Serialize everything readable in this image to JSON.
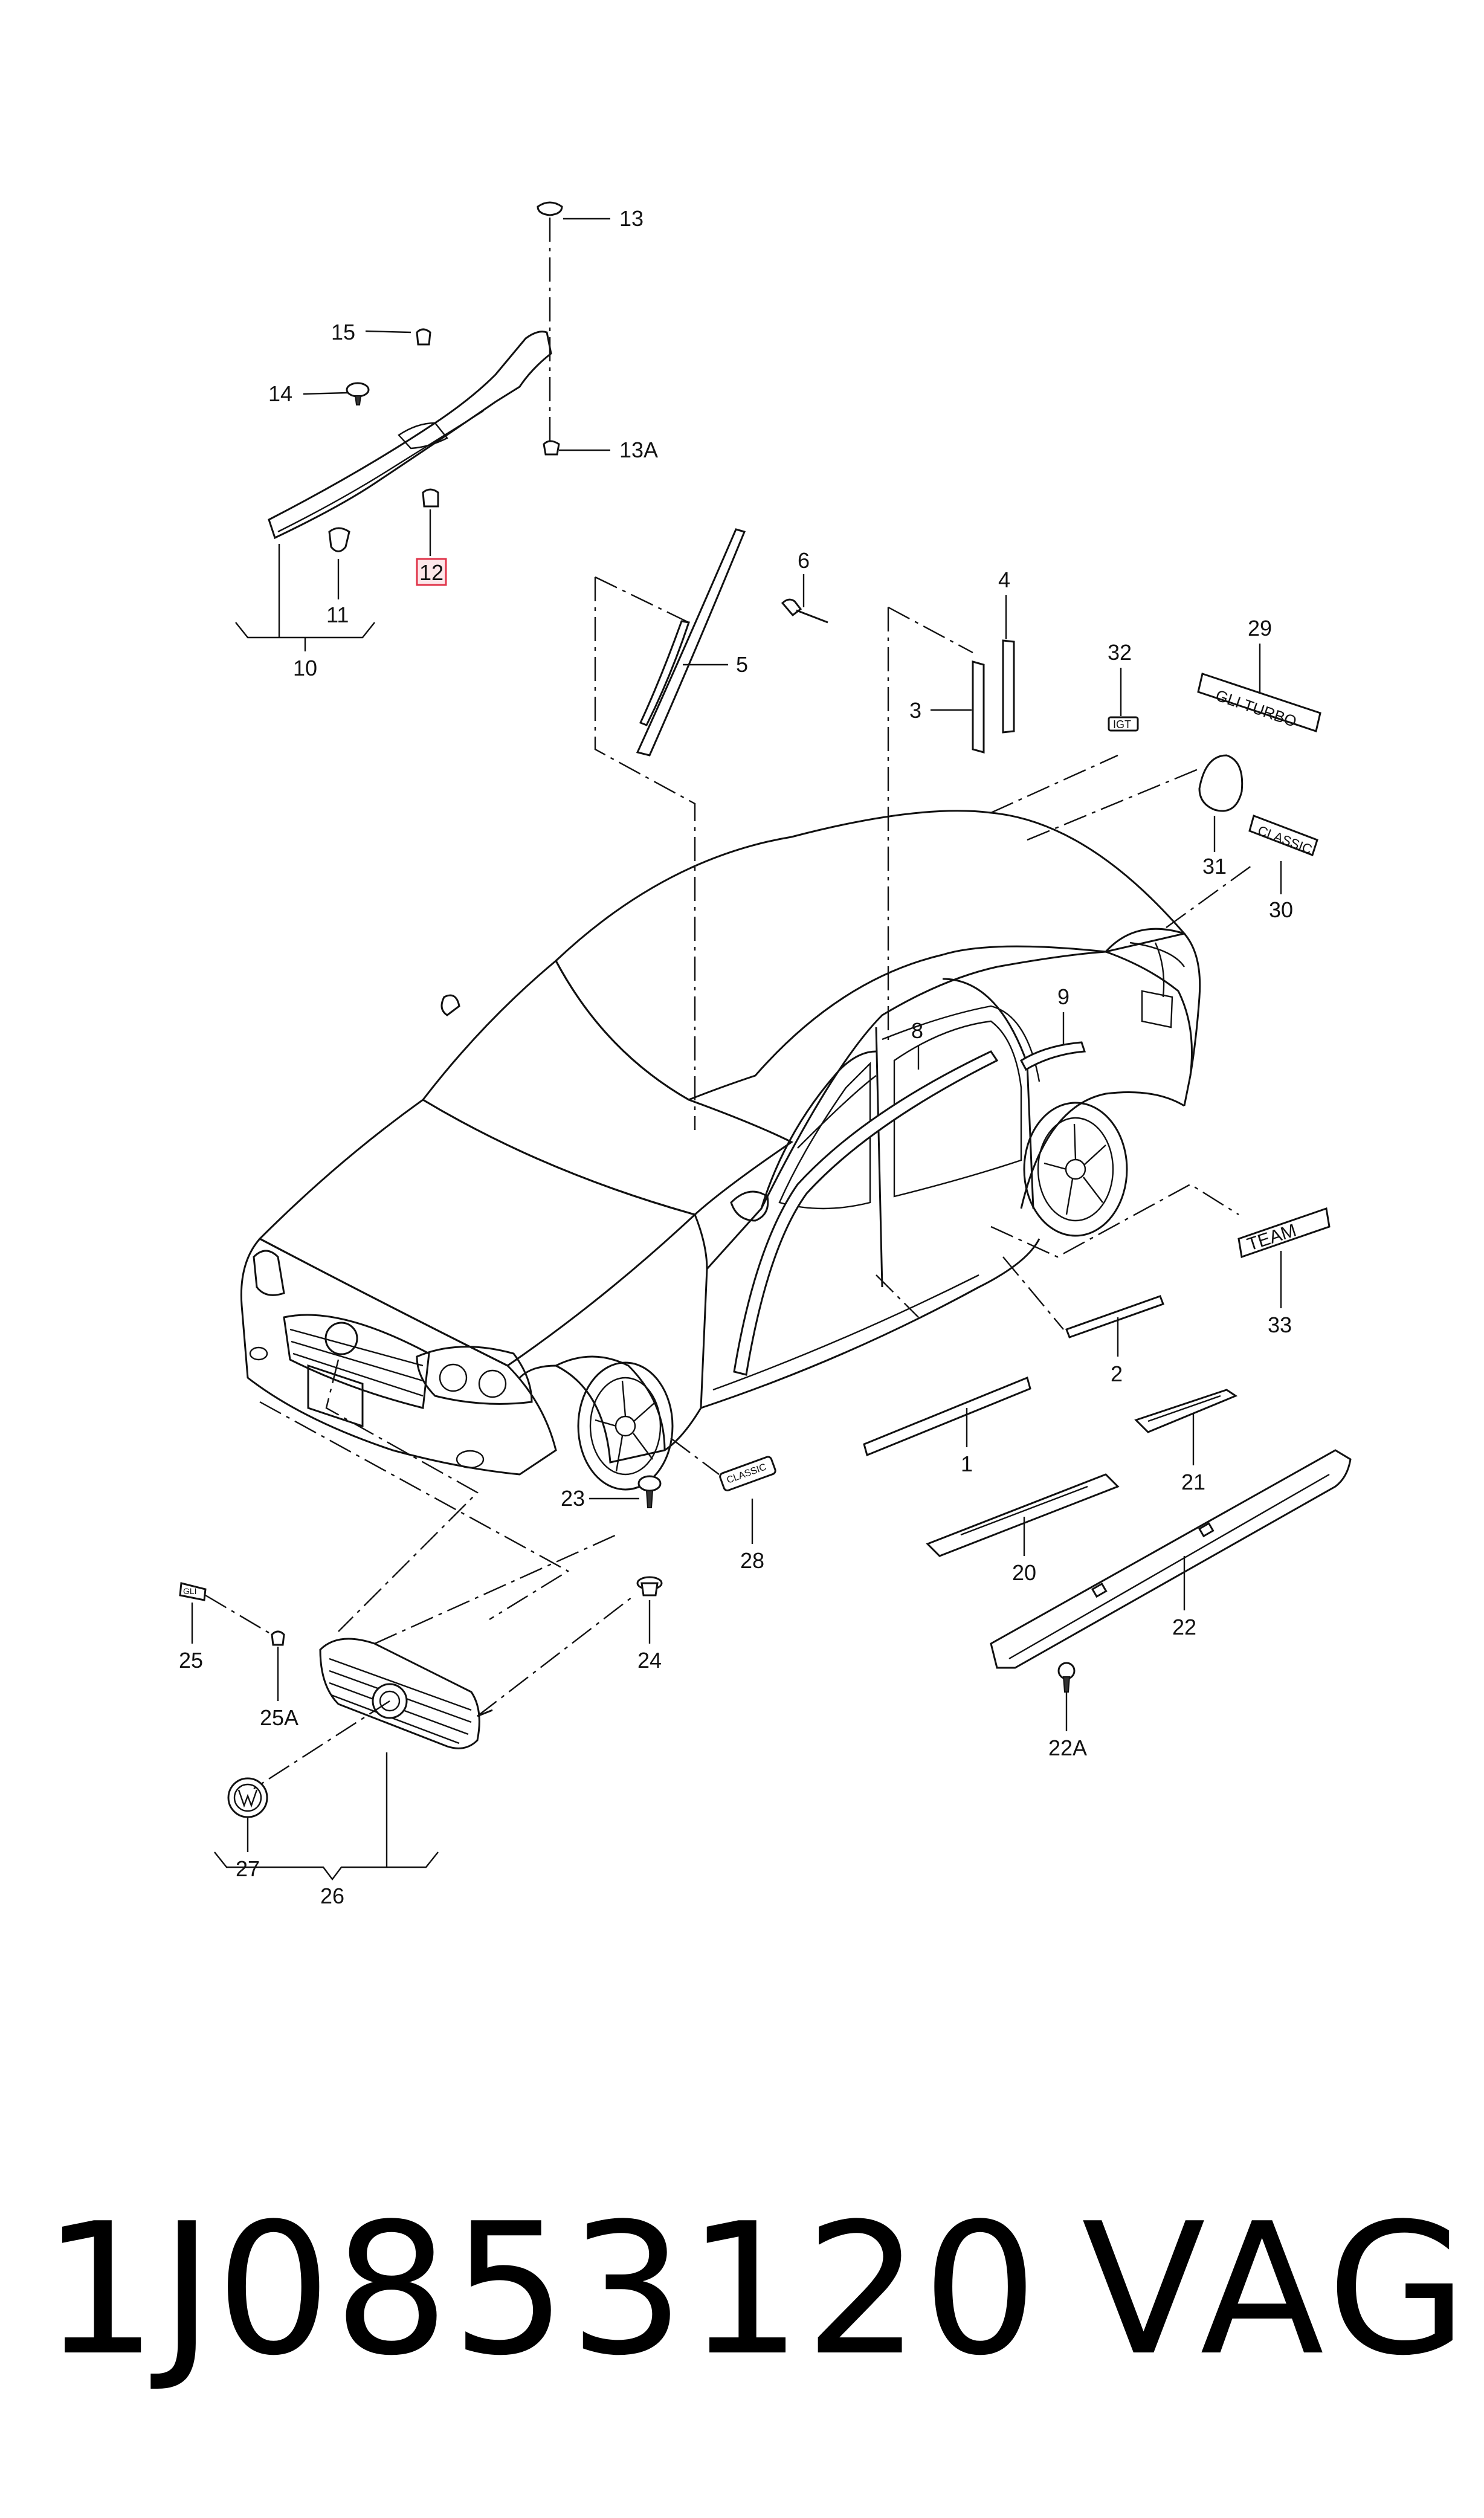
{
  "callouts": {
    "c1": "1",
    "c2": "2",
    "c3": "3",
    "c4": "4",
    "c5": "5",
    "c6": "6",
    "c8": "8",
    "c9": "9",
    "c10": "10",
    "c11": "11",
    "c12": "12",
    "c13": "13",
    "c13A": "13A",
    "c14": "14",
    "c15": "15",
    "c20": "20",
    "c21": "21",
    "c22": "22",
    "c22A": "22A",
    "c23": "23",
    "c24": "24",
    "c25": "25",
    "c25A": "25A",
    "c26": "26",
    "c27": "27",
    "c28": "28",
    "c29": "29",
    "c30": "30",
    "c31": "31",
    "c32": "32",
    "c33": "33"
  },
  "highlighted_callout": "12",
  "footer": {
    "part_number": "1J0853120",
    "brand": "VAG"
  },
  "colors": {
    "highlight_border": "#e0344a",
    "highlight_fill": "#fde7ea",
    "line": "#111111"
  }
}
